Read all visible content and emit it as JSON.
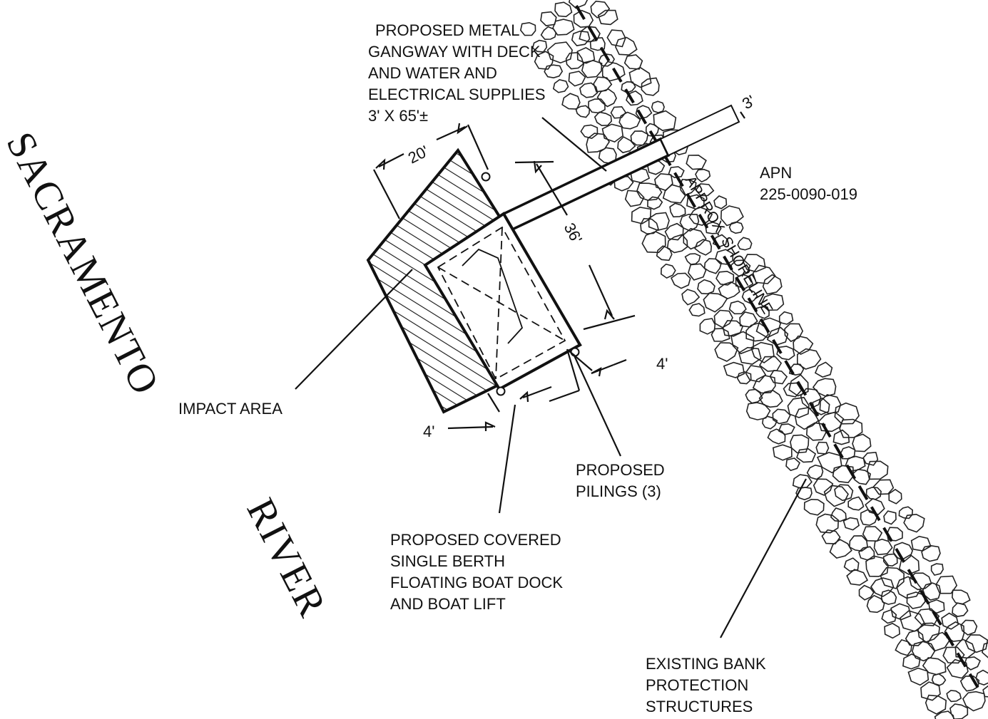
{
  "river": {
    "word1": "SACRAMENTO",
    "word2": "RIVER"
  },
  "labels": {
    "gangway": [
      "PROPOSED METAL",
      "GANGWAY WITH DECK",
      "AND WATER AND",
      "ELECTRICAL SUPPLIES",
      "3' X 65'±"
    ],
    "apn": [
      "APN",
      "225-0090-019"
    ],
    "shoreline": "APPROX. SHORELINE",
    "impact_area": "IMPACT AREA",
    "pilings": [
      "PROPOSED",
      "PILINGS (3)"
    ],
    "dock": [
      "PROPOSED COVERED",
      "SINGLE BERTH",
      "FLOATING BOAT DOCK",
      "AND  BOAT LIFT"
    ],
    "bank": [
      "EXISTING BANK",
      "PROTECTION",
      "STRUCTURES"
    ]
  },
  "dimensions": {
    "width": "20'",
    "length": "36'",
    "gangway_width": "3'",
    "offset_right": "4'",
    "offset_left": "4'"
  }
}
